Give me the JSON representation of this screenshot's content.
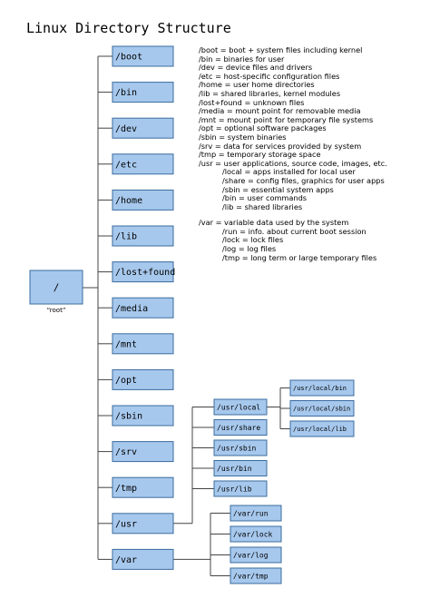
{
  "title": "Linux Directory Structure",
  "root": {
    "label": "/",
    "caption": "“root”"
  },
  "directories": [
    "/boot",
    "/bin",
    "/dev",
    "/etc",
    "/home",
    "/lib",
    "/lost+found",
    "/media",
    "/mnt",
    "/opt",
    "/sbin",
    "/srv",
    "/tmp",
    "/usr",
    "/var"
  ],
  "usr_children": [
    "/usr/local",
    "/usr/share",
    "/usr/sbin",
    "/usr/bin",
    "/usr/lib"
  ],
  "usr_local_children": [
    "/usr/local/bin",
    "/usr/local/sbin",
    "/usr/local/lib"
  ],
  "var_children": [
    "/var/run",
    "/var/lock",
    "/var/log",
    "/var/tmp"
  ],
  "descriptions": [
    {
      "text": "/boot = boot + system files including kernel"
    },
    {
      "text": "/bin = binaries for user"
    },
    {
      "text": "/dev = device files and drivers"
    },
    {
      "text": "/etc = host-specific configuration files"
    },
    {
      "text": "/home = user home directories"
    },
    {
      "text": "/lib = shared libraries, kernel modules"
    },
    {
      "text": "/lost+found = unknown files"
    },
    {
      "text": "/media = mount point for removable media"
    },
    {
      "text": "/mnt = mount point for temporary file systems"
    },
    {
      "text": "/opt = optional software packages"
    },
    {
      "text": "/sbin = system binaries"
    },
    {
      "text": "/srv = data for services provided by system"
    },
    {
      "text": "/tmp = temporary storage space"
    },
    {
      "text": "/usr = user applications, source code, images, etc."
    },
    {
      "text": "/local = apps installed for local user",
      "indent": true
    },
    {
      "text": "/share = config files, graphics for user apps",
      "indent": true
    },
    {
      "text": "/sbin = essential system apps",
      "indent": true
    },
    {
      "text": "/bin = user commands",
      "indent": true
    },
    {
      "text": "/lib = shared libraries",
      "indent": true
    },
    {
      "text": "/var = variable data used by the system",
      "gap": true
    },
    {
      "text": "/run = info. about current boot session",
      "indent": true
    },
    {
      "text": "/lock = lock files",
      "indent": true
    },
    {
      "text": "/log = log files",
      "indent": true
    },
    {
      "text": "/tmp = long term or large temporary files",
      "indent": true
    }
  ],
  "colors": {
    "box_fill": "#a7c8ed",
    "box_stroke": "#3a6c9e",
    "line": "#444444"
  }
}
